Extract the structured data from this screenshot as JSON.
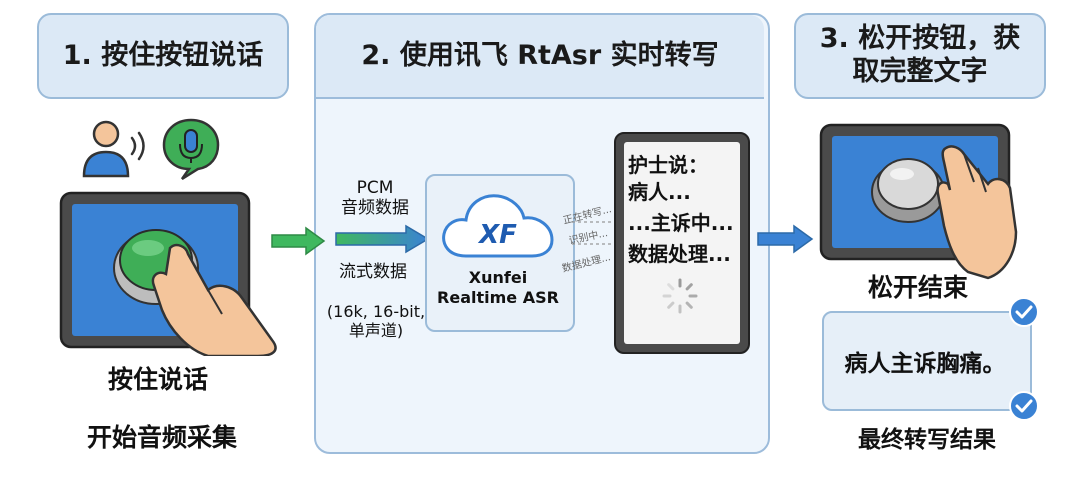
{
  "steps": {
    "step1_title": "1. 按住按钮说话",
    "step2_title": "2. 使用讯飞 RtAsr 实时转写",
    "step3_title": "3. 松开按钮，获\n取完整文字"
  },
  "left": {
    "hold_label": "按住说话",
    "start_label": "开始音频采集"
  },
  "middle": {
    "pcm_label": "PCM\n音频数据",
    "stream_label": "流式数据",
    "format_label": "(16k, 16-bit,\n单声道)",
    "asr_name": "Xunfei\nRealtime ASR",
    "asr_logo": "XF",
    "status_lines": [
      "正在转写...",
      "识别中...",
      "数据处理..."
    ],
    "phone_lines": [
      "护士说：",
      "病人...",
      "...主诉中...",
      "数据处理..."
    ]
  },
  "right": {
    "release_label": "松开结束",
    "result_text": "病人主诉胸痛。",
    "final_label": "最终转写结果"
  },
  "colors": {
    "accent_blue": "#3a82d4",
    "arrow_green": "#3fb85f",
    "button_green": "#3fae57",
    "panel_bg": "#eef5fc",
    "title_bg": "#dce9f6"
  },
  "icons": [
    "user-icon",
    "sound-waves-icon",
    "microphone-icon",
    "hand-pointer-icon",
    "cloud-icon",
    "check-icon",
    "spinner-icon"
  ]
}
